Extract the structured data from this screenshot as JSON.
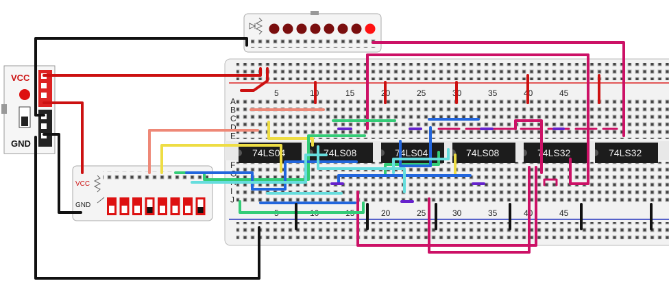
{
  "power_module": {
    "vcc_label": "VCC",
    "gnd_label": "GND"
  },
  "switch_module": {
    "vcc_label": "VCC",
    "gnd_label": "GND",
    "switch_count": 8
  },
  "led_module": {
    "led_count": 8,
    "lit_index": 7
  },
  "breadboard": {
    "row_labels_top": [
      "A",
      "B",
      "C",
      "D",
      "E"
    ],
    "row_labels_bottom": [
      "F",
      "G",
      "H",
      "I",
      "J"
    ],
    "column_numbers": [
      "5",
      "10",
      "15",
      "20",
      "25",
      "30",
      "35",
      "40",
      "45"
    ]
  },
  "chips": [
    {
      "label": "74LS04"
    },
    {
      "label": "74LS08"
    },
    {
      "label": "74LS04"
    },
    {
      "label": "74LS08"
    },
    {
      "label": "74LS32"
    },
    {
      "label": "74LS32"
    }
  ],
  "colors": {
    "red_wire": "#cc1111",
    "black_wire": "#111111",
    "magenta_wire": "#cc1166",
    "green_wire": "#33cc77",
    "blue_wire": "#2266dd",
    "cyan_wire": "#66dddd",
    "yellow_wire": "#eedd44",
    "salmon_wire": "#ee8877",
    "purple_jumper": "#6622cc",
    "rail_red": "#dd2222",
    "rail_blue": "#2233bb"
  }
}
